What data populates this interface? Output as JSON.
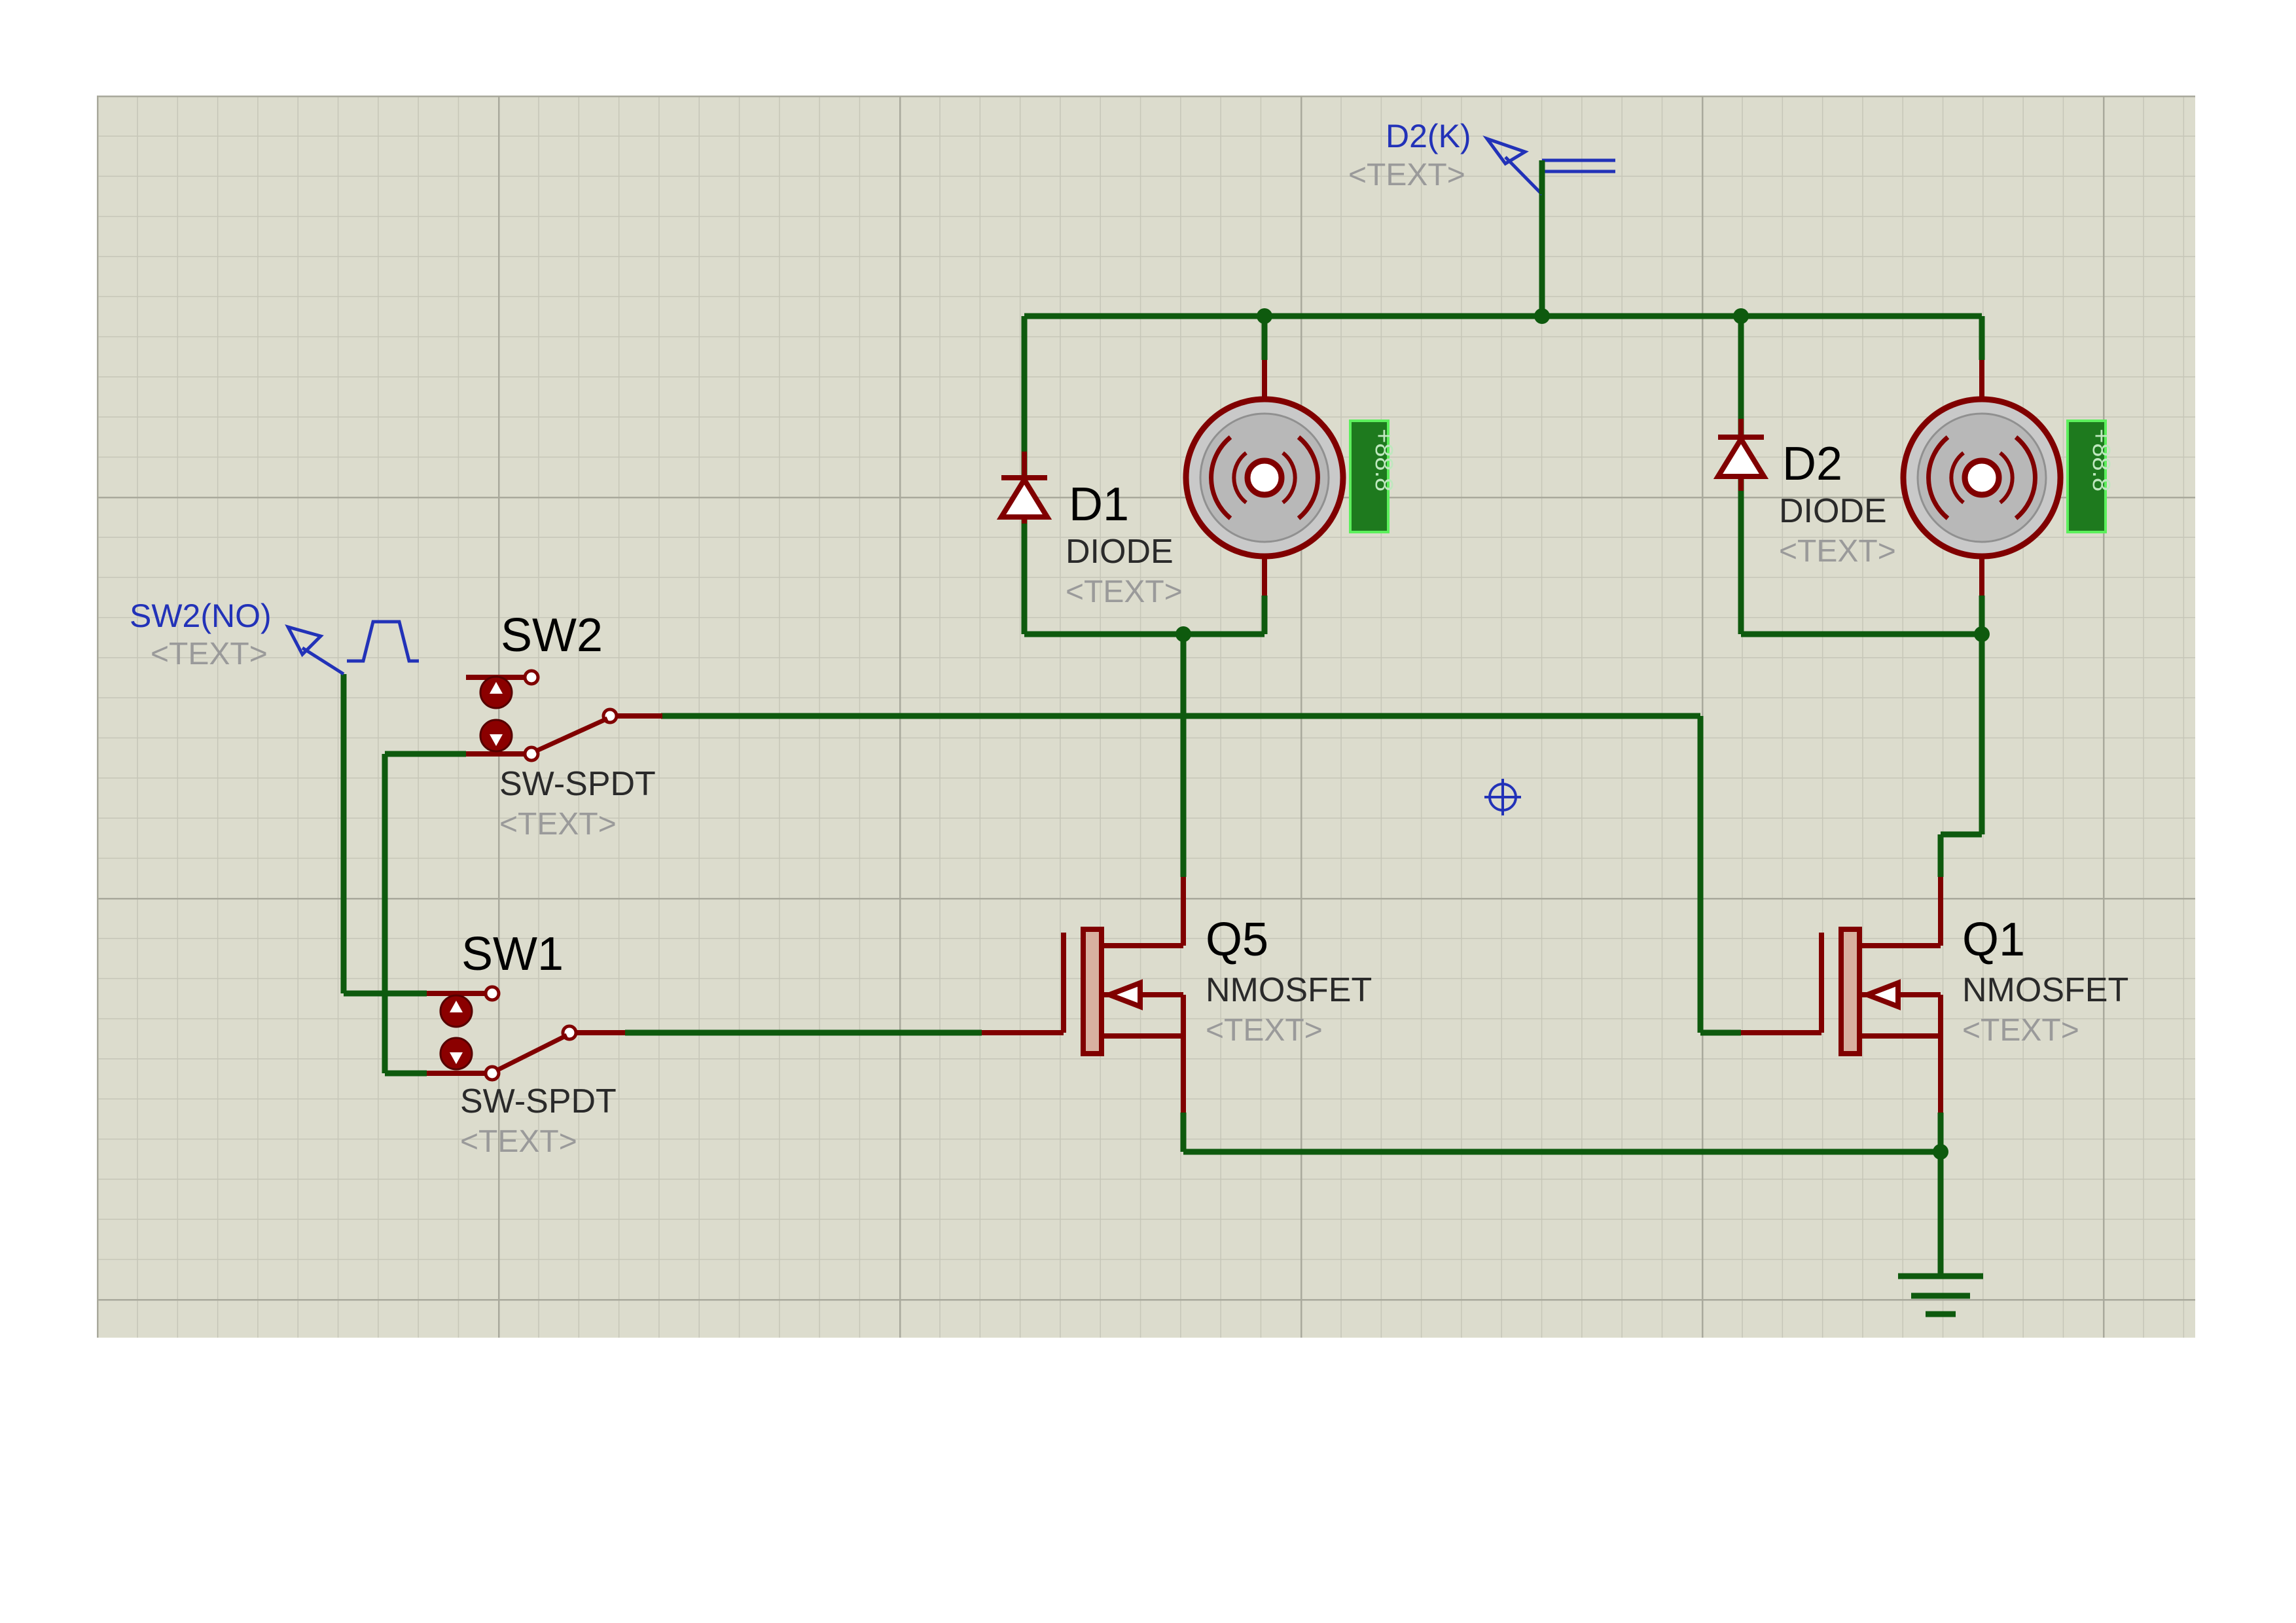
{
  "colors": {
    "background": "#dcdccd",
    "grid_minor": "#c6c6b8",
    "grid_major": "#b0b0a3",
    "wire": "#0e5a0e",
    "component": "#800000",
    "terminal": "#2232b8",
    "indicator": "#1e7a1e"
  },
  "terminals": {
    "power": {
      "label": "D2(K)",
      "text": "<TEXT>"
    },
    "generator": {
      "label": "SW2(NO)",
      "text": "<TEXT>"
    }
  },
  "components": {
    "d1": {
      "ref": "D1",
      "value": "DIODE",
      "text": "<TEXT>"
    },
    "d2": {
      "ref": "D2",
      "value": "DIODE",
      "text": "<TEXT>"
    },
    "sw1": {
      "ref": "SW1",
      "value": "SW-SPDT",
      "text": "<TEXT>"
    },
    "sw2": {
      "ref": "SW2",
      "value": "SW-SPDT",
      "text": "<TEXT>"
    },
    "q5": {
      "ref": "Q5",
      "value": "NMOSFET",
      "text": "<TEXT>"
    },
    "q1": {
      "ref": "Q1",
      "value": "NMOSFET",
      "text": "<TEXT>"
    },
    "m1": {
      "readout": "+88.8"
    },
    "m2": {
      "readout": "+88.8"
    }
  },
  "icons": {
    "motor": "motor-icon",
    "ground": "ground-icon",
    "cursor": "crosshair-cursor-icon"
  }
}
